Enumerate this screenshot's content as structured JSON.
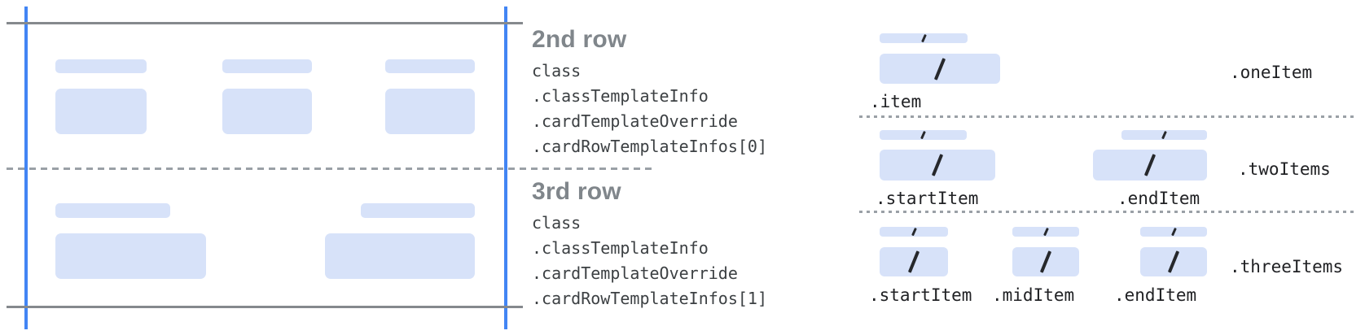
{
  "figure": {
    "description_labels": {
      "middle_rows": [
        {
          "title": "2nd row",
          "lines": [
            "class",
            ".classTemplateInfo",
            ".cardTemplateOverride",
            ".cardRowTemplateInfos[0]"
          ]
        },
        {
          "title": "3rd row",
          "lines": [
            "class",
            ".classTemplateInfo",
            ".cardTemplateOverride",
            ".cardRowTemplateInfos[1]"
          ]
        }
      ]
    },
    "diagrams": [
      {
        "row_label": ".oneItem",
        "item_labels": [
          ".item"
        ]
      },
      {
        "row_label": ".twoItems",
        "item_labels": [
          ".startItem",
          ".endItem"
        ]
      },
      {
        "row_label": ".threeItems",
        "item_labels": [
          ".startItem",
          ".midItem",
          ".endItem"
        ]
      }
    ],
    "colors": {
      "accent_blue": "#4285f4",
      "placeholder_blue": "#d7e2f9",
      "line_gray": "#85898d",
      "dash_dot_gray": "#9aa0a6",
      "heading_gray": "#80868b",
      "code_text": "#3c4043",
      "label_text": "#202124",
      "slash_dark": "#26282c"
    }
  }
}
